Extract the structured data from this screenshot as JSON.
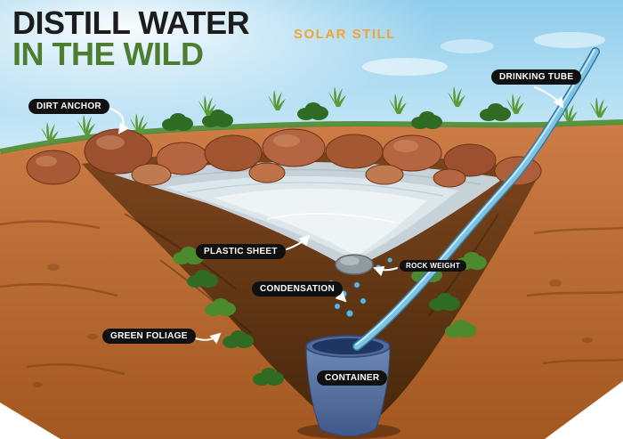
{
  "title": {
    "line1": "DISTILL WATER",
    "line2": "IN THE WILD"
  },
  "subtitle": "SOLAR STILL",
  "labels": {
    "dirt_anchor": "DIRT ANCHOR",
    "drinking_tube": "DRINKING TUBE",
    "plastic_sheet": "PLASTIC SHEET",
    "rock_weight": "ROCK WEIGHT",
    "condensation": "CONDENSATION",
    "green_foliage": "GREEN FOLIAGE",
    "container": "CONTAINER"
  },
  "colors": {
    "title_text": "#1c1c1c",
    "title_green": "#4c7d31",
    "subtitle_orange": "#f2a437",
    "label_bg": "#101010",
    "label_text": "#ffffff",
    "sky_blue": "#9fd4ee",
    "dirt_orange": "#c97a44",
    "pit_brown": "#5e3513",
    "sheet_gray": "#dfe7ea",
    "tube_blue": "#7cc4e4",
    "container_blue": "#5d79a8",
    "foliage_green": "#4c8a2e"
  }
}
